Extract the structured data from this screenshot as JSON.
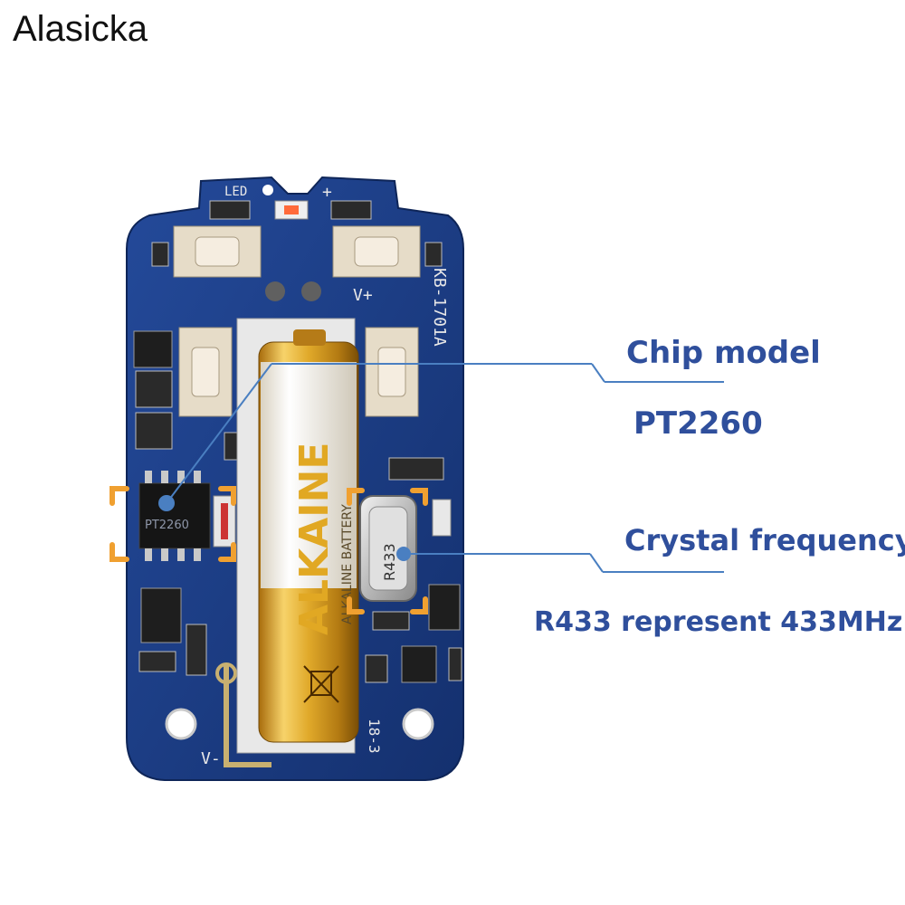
{
  "brand": {
    "text": "Alasicka"
  },
  "board": {
    "silkscreen": {
      "led": "LED",
      "plus": "+",
      "vplus": "V+",
      "vminus": "V-",
      "model": "KB-1701A",
      "date": "18-3"
    },
    "chip_marking": "PT2260",
    "crystal_marking": "R433",
    "battery": {
      "brand": "ALKAINE",
      "subtitle": "ALKALINE BATTERY"
    }
  },
  "callouts": [
    {
      "title": "Chip model",
      "value": "PT2260"
    },
    {
      "title": "Crystal frequency",
      "value": "R433 represent 433MHz"
    }
  ],
  "colors": {
    "label": "#2f4f9c",
    "leader": "#4a7fc1",
    "bracket": "#f0a030",
    "pcb": "#1d3f8c",
    "battery_gold": "#d9a520"
  }
}
